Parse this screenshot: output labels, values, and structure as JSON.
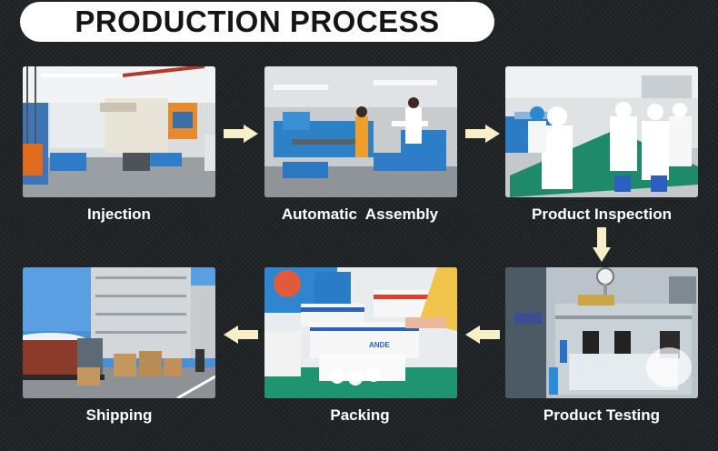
{
  "title": "PRODUCTION PROCESS",
  "steps": [
    {
      "label": "Injection"
    },
    {
      "label": "Automatic  Assembly"
    },
    {
      "label": "Product Inspection"
    },
    {
      "label": "Product Testing"
    },
    {
      "label": "Packing"
    },
    {
      "label": "Shipping"
    }
  ],
  "photo_texts": {
    "injection_machine_brand": "",
    "packing_box_brand": "ANDE",
    "testing_panel_sign": ""
  },
  "colors": {
    "background": "#1e2124",
    "title_bg": "#ffffff",
    "title_text": "#151515",
    "caption_text": "#ffffff",
    "arrow": "#f7efc6"
  }
}
